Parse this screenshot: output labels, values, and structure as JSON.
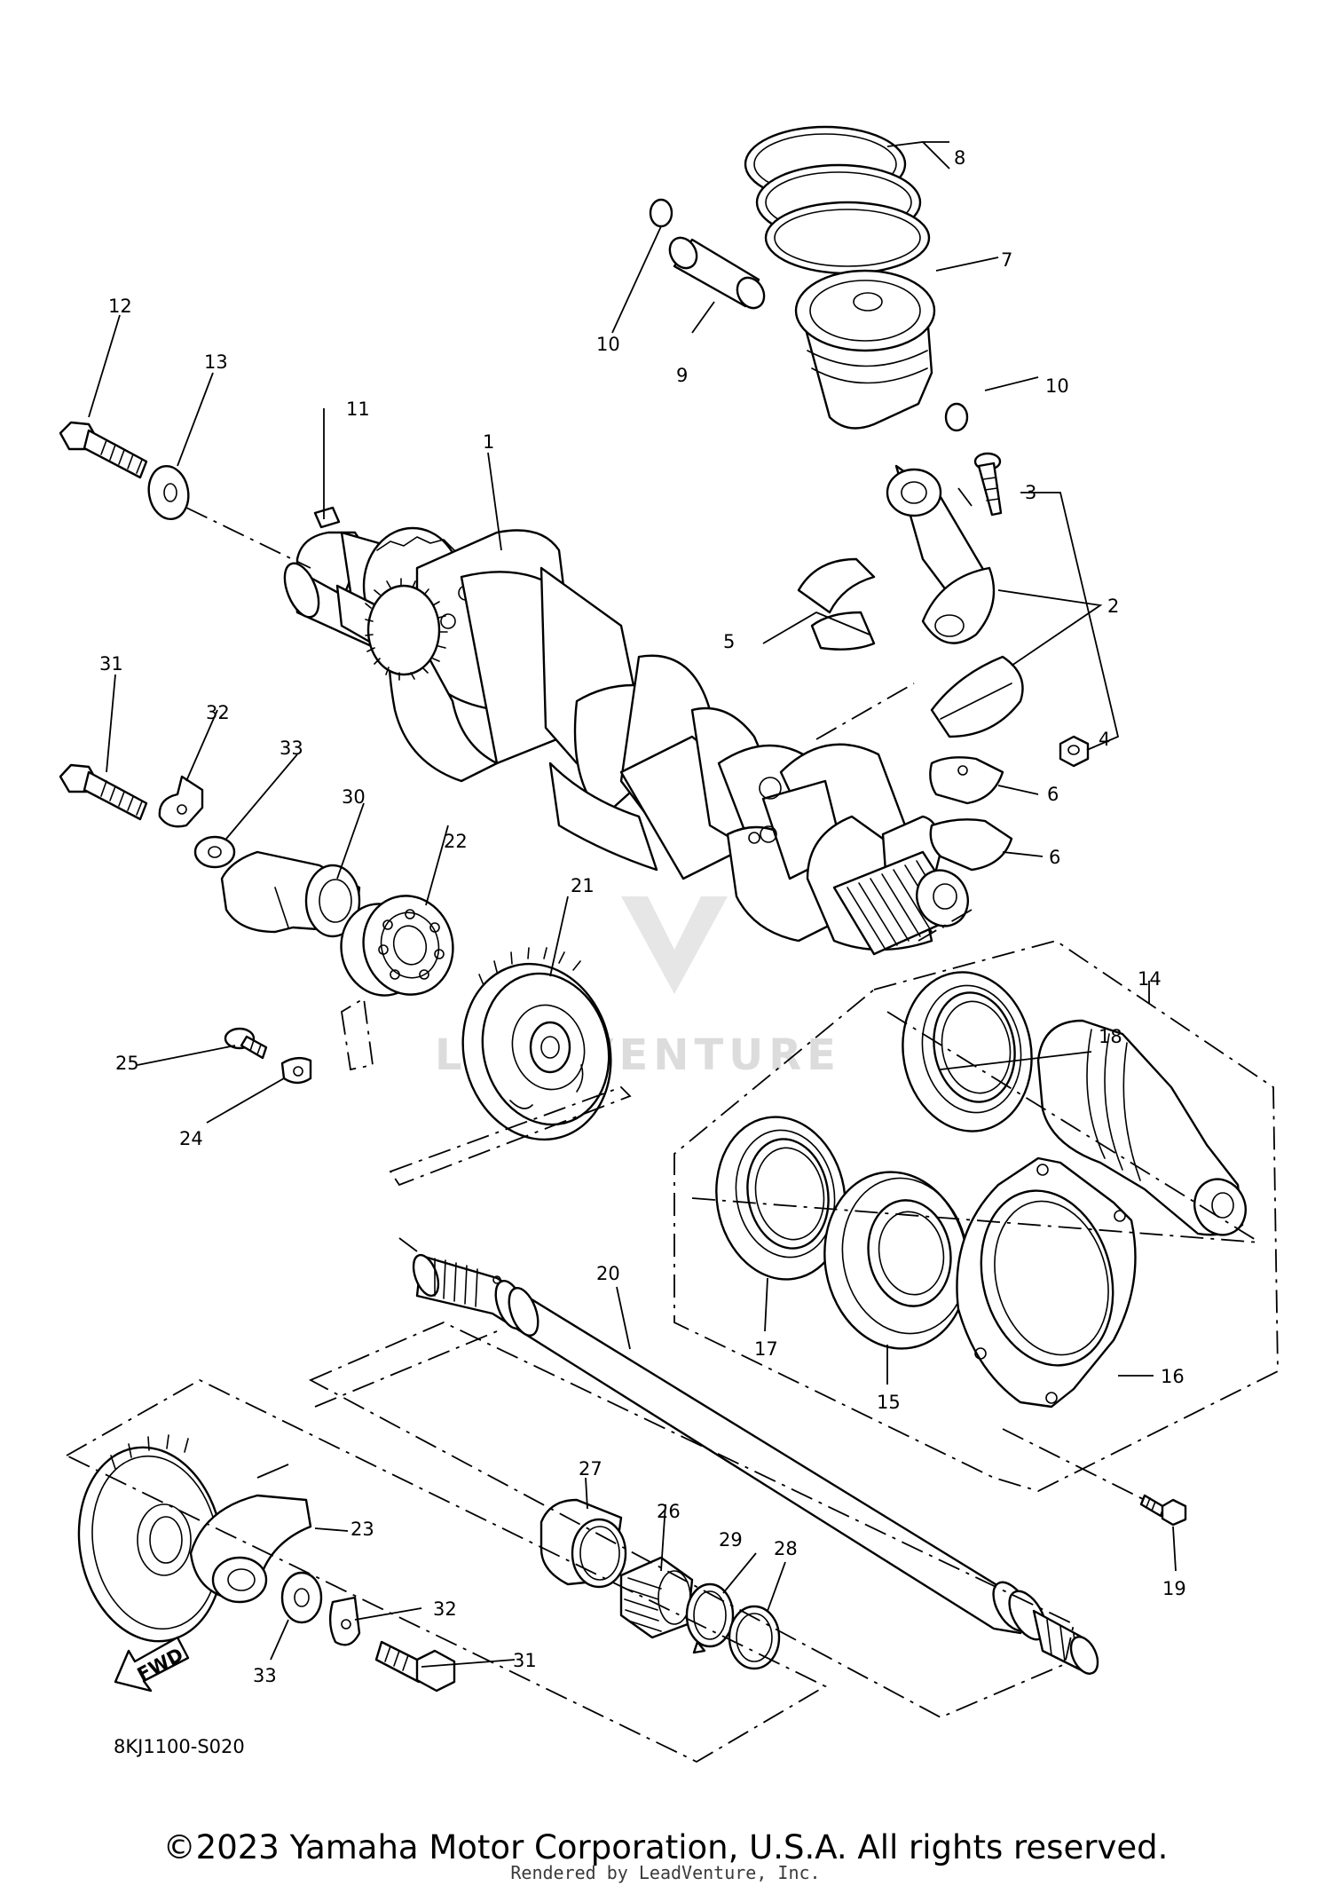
{
  "diagram": {
    "drawing_code": "8KJ1100-S020",
    "fwd_label": "FWD",
    "watermark": "LEADVENTURE",
    "callouts": [
      "1",
      "2",
      "3",
      "4",
      "5",
      "6",
      "6",
      "7",
      "8",
      "9",
      "10",
      "10",
      "11",
      "12",
      "13",
      "14",
      "15",
      "16",
      "17",
      "18",
      "19",
      "20",
      "21",
      "22",
      "23",
      "24",
      "25",
      "26",
      "27",
      "28",
      "29",
      "30",
      "31",
      "31",
      "32",
      "32",
      "33",
      "33"
    ]
  },
  "footer": {
    "copyright": "©2023 Yamaha Motor Corporation, U.S.A. All rights reserved.",
    "rendered_by": "Rendered by LeadVenture, Inc."
  }
}
